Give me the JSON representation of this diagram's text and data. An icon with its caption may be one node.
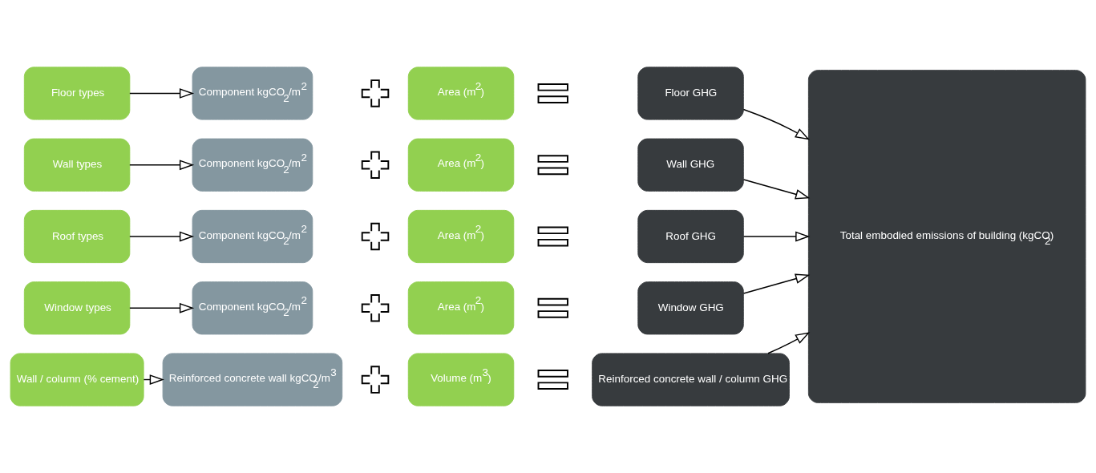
{
  "diagram": {
    "nodes": [
      {
        "text": [
          "Floor types"
        ]
      },
      {
        "text": [
          "Component kgCO$_{2}$/m$^{2}$"
        ]
      },
      {
        "text": [],
        "shape": "cross"
      },
      {
        "text": [
          "Area (m$^{2}$)"
        ]
      },
      {
        "text": [],
        "shape": "equals"
      },
      {
        "text": [
          "Floor GHG"
        ]
      },
      {
        "text": [
          "Wall types"
        ]
      },
      {
        "text": [
          "Component kgCO$_{2}$/m$^{2}$"
        ]
      },
      {
        "text": [],
        "shape": "cross"
      },
      {
        "text": [
          "Area (m$^{2}$)"
        ]
      },
      {
        "text": [],
        "shape": "equals"
      },
      {
        "text": [
          "Wall GHG"
        ]
      },
      {
        "text": [
          "Roof types"
        ]
      },
      {
        "text": [
          "Component kgCO$_{2}$/m$^{2}$"
        ]
      },
      {
        "text": [],
        "shape": "cross"
      },
      {
        "text": [
          "Area (m$^{2}$)"
        ]
      },
      {
        "text": [],
        "shape": "equals"
      },
      {
        "text": [
          "Roof GHG"
        ]
      },
      {
        "text": [
          "Window types"
        ]
      },
      {
        "text": [
          "Component kgCO$_{2}$/m$^{2}$"
        ]
      },
      {
        "text": [],
        "shape": "cross"
      },
      {
        "text": [
          "Area (m$^{2}$)"
        ]
      },
      {
        "text": [],
        "shape": "equals"
      },
      {
        "text": [
          "Window GHG"
        ]
      },
      {
        "text": [
          "Wall / column (% cement)"
        ]
      },
      {
        "text": [
          "Reinforced concrete wall kgCO$_{2}$/m$^{3}$"
        ]
      },
      {
        "text": [],
        "shape": "cross"
      },
      {
        "text": [
          "Volume (m$^{3}$)"
        ]
      },
      {
        "text": [],
        "shape": "equals"
      },
      {
        "text": [
          "Reinforced concrete wall / column GHG"
        ]
      },
      {
        "text": [
          "Total embodied emissions of building (kgCO$_{2}$)"
        ]
      }
    ],
    "edges": [
      {
        "from": 0,
        "to": 1,
        "arrow": "to"
      },
      {
        "from": 6,
        "to": 7,
        "arrow": "to"
      },
      {
        "from": 12,
        "to": 13,
        "arrow": "to"
      },
      {
        "from": 18,
        "to": 19,
        "arrow": "to"
      },
      {
        "from": 24,
        "to": 25,
        "arrow": "to"
      },
      {
        "from": 5,
        "to": 30,
        "arrow": "to"
      },
      {
        "from": 11,
        "to": 30,
        "arrow": "to"
      },
      {
        "from": 17,
        "to": 30,
        "arrow": "to"
      },
      {
        "from": 23,
        "to": 30,
        "arrow": "to"
      },
      {
        "from": 29,
        "to": 30,
        "arrow": "to"
      }
    ]
  }
}
